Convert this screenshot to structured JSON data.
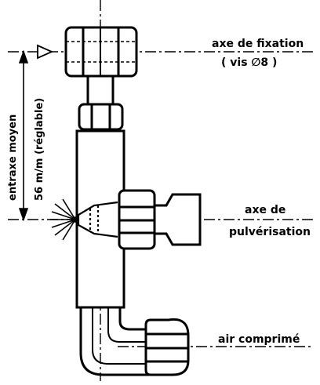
{
  "labels": {
    "fixing_axis_line1": "axe de fixation",
    "fixing_axis_line2": "( vis ∅8 )",
    "distance_line1": "entraxe moyen",
    "distance_line2": "56 m/m (réglable)",
    "spray_axis_line1": "axe de",
    "spray_axis_line2": "pulvérisation",
    "compressed_air": "air comprimé"
  },
  "colors": {
    "ink": "#000000",
    "paper": "#ffffff"
  }
}
